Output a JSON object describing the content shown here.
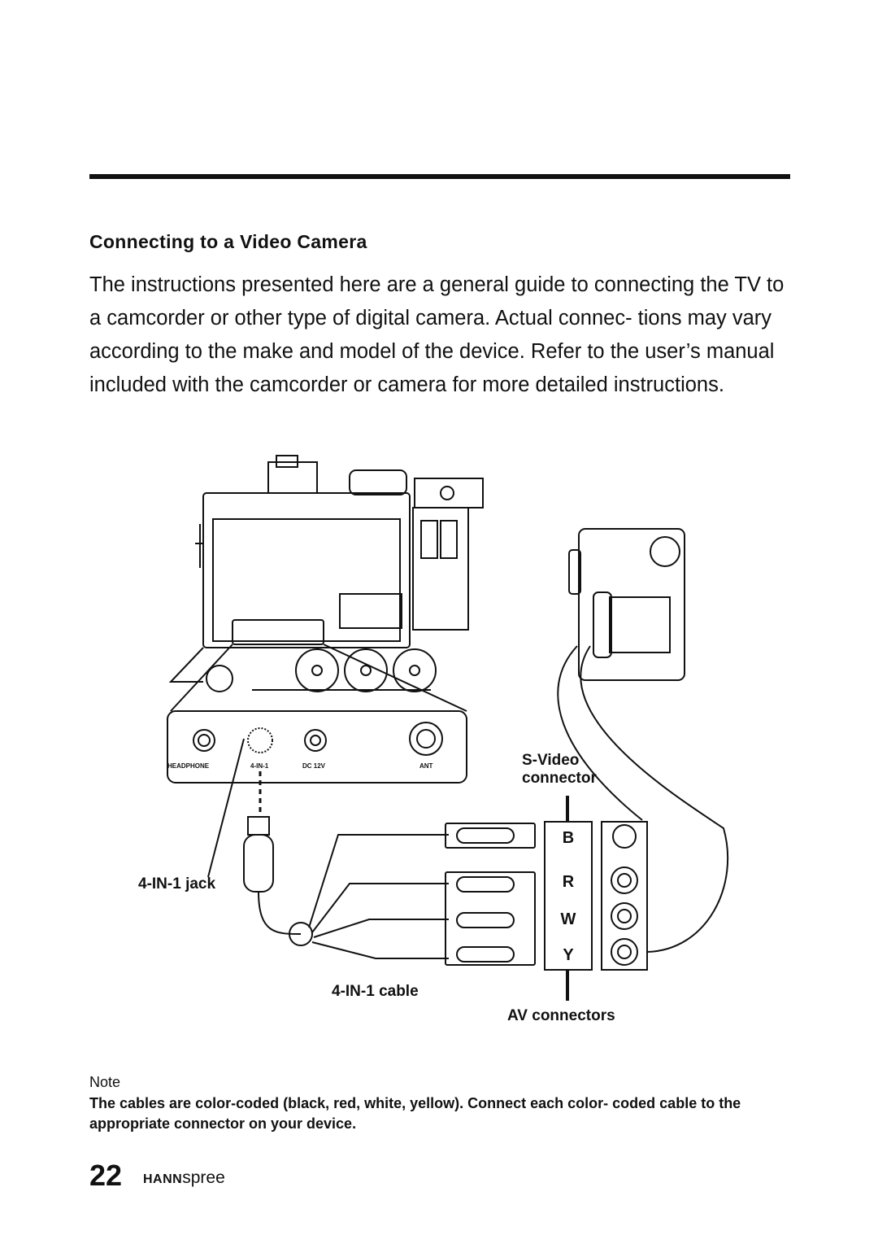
{
  "section": {
    "title": "Connecting to a Video Camera",
    "body": "The instructions presented here are a general guide to connecting the TV to a camcorder or other type of digital camera. Actual connec- tions may vary according to the make and model of the device. Refer to the user’s manual included with the camcorder or camera for more detailed instructions."
  },
  "figure": {
    "panel_labels": {
      "headphone": "HEADPHONE",
      "four_in_one": "4-IN-1",
      "dc": "DC 12V",
      "ant": "ANT"
    },
    "labels": {
      "svideo_connector": "S-Video connector",
      "jack": "4-IN-1 jack",
      "cable": "4-IN-1 cable",
      "av_connectors": "AV connectors"
    },
    "plug_letters": [
      "B",
      "R",
      "W",
      "Y"
    ]
  },
  "note": {
    "title": "Note",
    "body": "The cables are color-coded (black, red, white, yellow). Connect each color- coded cable to the appropriate connector on your device."
  },
  "footer": {
    "page_number": "22",
    "brand_bold": "HANN",
    "brand_rest": "spree"
  }
}
